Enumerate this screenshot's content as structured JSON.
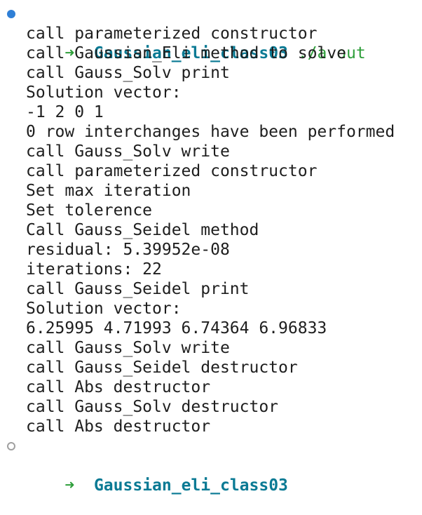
{
  "terminal": {
    "prompt_arrow": "➜",
    "directory": "Gaussian_eli_class03",
    "command": "./a.out",
    "output_lines": [
      "call parameterized constructor",
      "call Gaussian_Eli method to solve",
      "call Gauss_Solv print",
      "Solution vector:",
      "-1 2 0 1",
      "0 row interchanges have been performed",
      "call Gauss_Solv write",
      "call parameterized constructor",
      "Set max iteration",
      "Set tolerence",
      "Call Gauss_Seidel method",
      "residual: 5.39952e-08",
      "iterations: 22",
      "call Gauss_Seidel print",
      "Solution vector:",
      "6.25995 4.71993 6.74364 6.96833",
      "call Gauss_Solv write",
      "call Gauss_Seidel destructor",
      "call Abs destructor",
      "call Gauss_Solv destructor",
      "call Abs destructor"
    ],
    "final_prompt": {
      "arrow": "➜",
      "directory": "Gaussian_eli_class03"
    },
    "colors": {
      "arrow": "#2e9e3a",
      "directory": "#0a7a94",
      "command": "#2e9e3a",
      "status_dot_active": "#2f7fd6",
      "status_dot_idle": "#a0a0a0"
    }
  }
}
